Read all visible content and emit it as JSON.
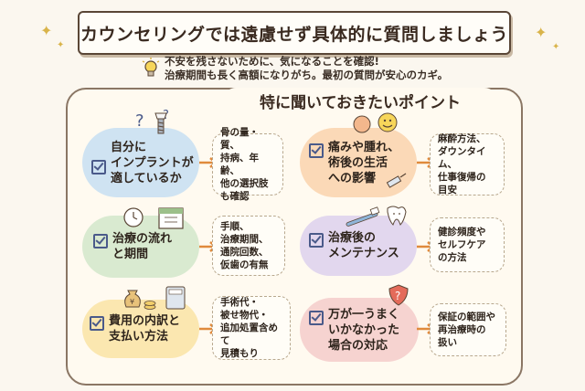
{
  "title": "カウンセリングでは遠慮せず具体的に質問しましょう",
  "intro": [
    "不安を残さないために、気になることを確認!",
    "治療期間も長く高額になりがち。最初の質問が安心のカギ。"
  ],
  "section_title": "特に聞いておきたいポイント",
  "points": [
    {
      "label": "自分に\nインプラントが\n適しているか",
      "note": "骨の量・質、\n持病、年齢、\n他の選択肢\nも確認",
      "color": "#cfe3f2",
      "icon": "implant-icon"
    },
    {
      "label": "痛みや腫れ、\n術後の生活\nへの影響",
      "note": "麻酔方法、\nダウンタイム、\n仕事復帰の\n目安",
      "color": "#fbd9b7",
      "icon": "smiley-icon"
    },
    {
      "label": "治療の流れ\nと期間",
      "note": "手順、\n治療期間、\n通院回数、\n仮歯の有無",
      "color": "#d9ead0",
      "icon": "calendar-icon"
    },
    {
      "label": "治療後の\nメンテナンス",
      "note": "健診頻度や\nセルフケア\nの方法",
      "color": "#e2d7ee",
      "icon": "toothbrush-icon"
    },
    {
      "label": "費用の内訳と\n支払い方法",
      "note": "手術代・\n被せ物代・\n追加処置含めて\n見積もり",
      "color": "#fbe7b0",
      "icon": "money-icon"
    },
    {
      "label": "万が一うまく\nいかなかった\n場合の対応",
      "note": "保証の範囲や\n再治療時の\n扱い",
      "color": "#f6d3d0",
      "icon": "shield-icon"
    }
  ]
}
